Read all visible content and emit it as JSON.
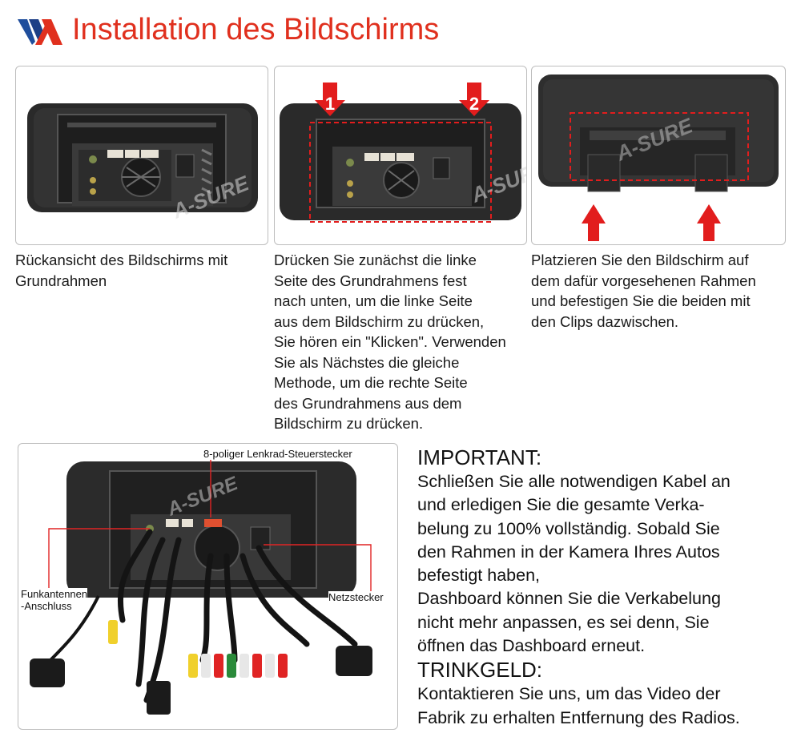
{
  "header": {
    "logo_icon": "brand-logo",
    "title": "Installation des Bildschirms",
    "title_color": "#e0301e"
  },
  "watermark": "A-SURE",
  "steps": [
    {
      "caption": [
        "Rückansicht des Bildschirms mit",
        "Grundrahmen"
      ]
    },
    {
      "markers": [
        "1",
        "2"
      ],
      "caption": [
        "Drücken Sie zunächst die linke",
        "Seite des Grundrahmens fest",
        "nach unten, um die linke Seite",
        "aus dem Bildschirm zu drücken,",
        "Sie hören ein \"Klicken\". Verwenden",
        "Sie als Nächstes die gleiche",
        "Methode, um die rechte Seite",
        "des Grundrahmens aus dem",
        "Bildschirm zu drücken."
      ]
    },
    {
      "caption": [
        "Platzieren Sie den Bildschirm auf",
        "dem dafür vorgesehenen Rahmen",
        "und befestigen Sie die beiden mit",
        "den Clips dazwischen."
      ]
    }
  ],
  "wiring": {
    "label_steering": "8-poliger Lenkrad-Steuerstecker",
    "label_antenna": [
      "Funkantennen",
      "-Anschluss"
    ],
    "label_power": "Netzstecker"
  },
  "notes": {
    "important_heading": "IMPORTANT:",
    "important_lines": [
      "Schließen Sie alle notwendigen Kabel an",
      "und erledigen Sie die gesamte Verka-",
      "belung zu 100% vollständig. Sobald Sie",
      "den Rahmen in der Kamera Ihres Autos",
      "befestigt haben,",
      "Dashboard können Sie die Verkabelung",
      "nicht mehr anpassen, es sei denn, Sie",
      "öffnen das Dashboard erneut."
    ],
    "tip_heading": "TRINKGELD:",
    "tip_lines": [
      "Kontaktieren Sie uns, um das Video der",
      "Fabrik zu erhalten Entfernung des Radios."
    ]
  }
}
